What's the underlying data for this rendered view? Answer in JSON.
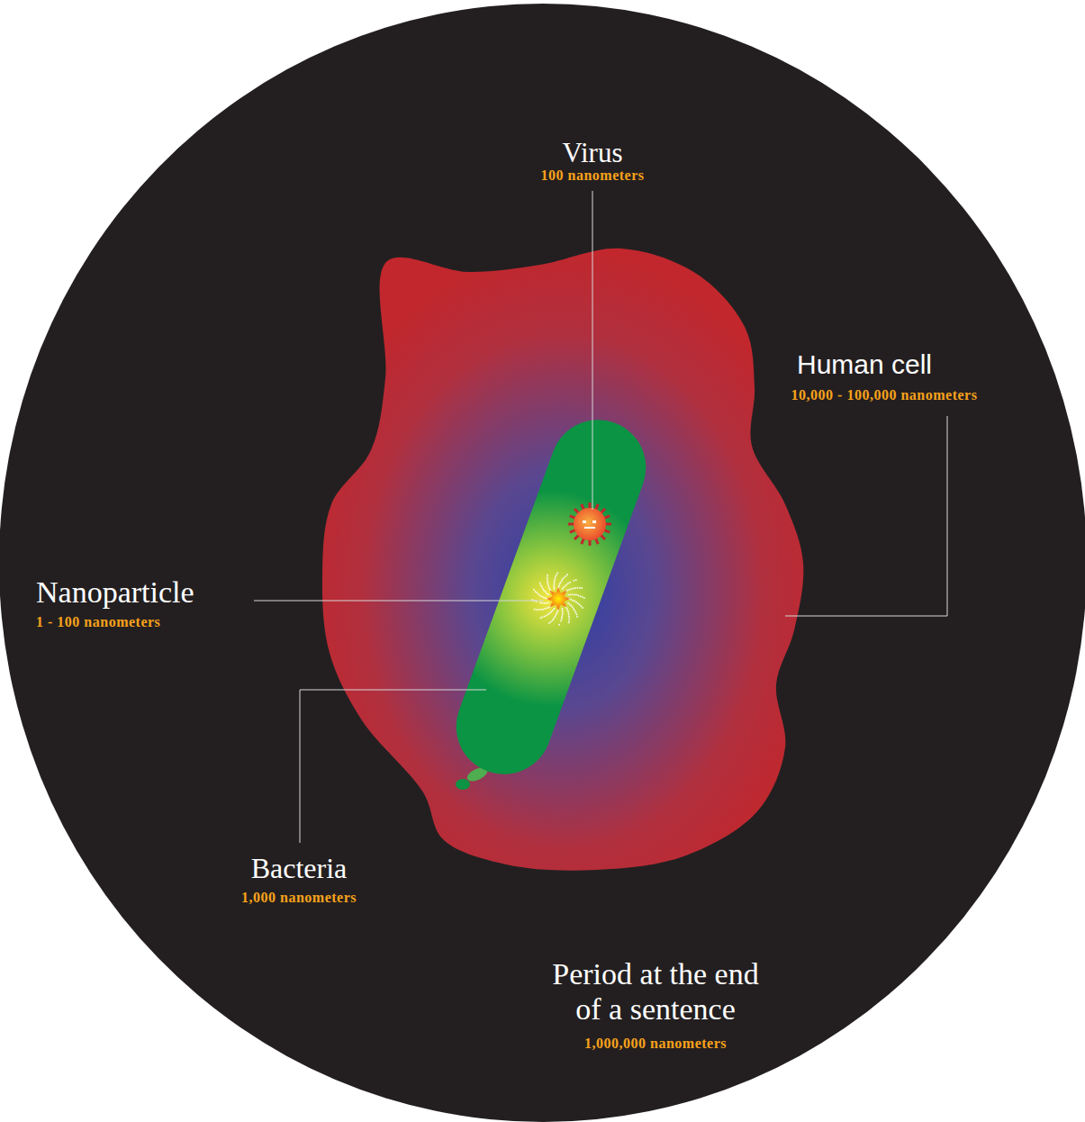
{
  "diagram": {
    "labels": [
      "Virus",
      "100 nanometers",
      "Human cell",
      "10,000 - 100,000 nanometers",
      "Nanoparticle",
      "1 - 100 nanometers",
      "Bacteria",
      "1,000 nanometers",
      "Period at the end of a sentence",
      "1,000,000 nanometers"
    ]
  }
}
